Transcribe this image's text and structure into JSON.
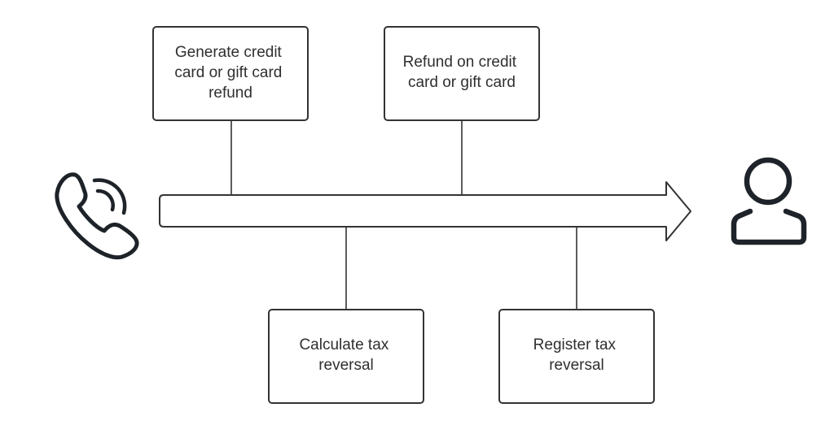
{
  "diagram": {
    "steps": [
      {
        "id": "generate",
        "lines": [
          "Generate credit",
          "card or gift card",
          "refund"
        ]
      },
      {
        "id": "refund",
        "lines": [
          "Refund on credit",
          "card or gift card"
        ]
      },
      {
        "id": "calculate",
        "lines": [
          "Calculate tax",
          "reversal"
        ]
      },
      {
        "id": "register",
        "lines": [
          "Register tax",
          "reversal"
        ]
      }
    ],
    "icons": {
      "start": "phone-icon",
      "end": "user-icon"
    },
    "colors": {
      "stroke": "#333333",
      "icon": "#1e2329",
      "text": "#2f2f2f"
    }
  }
}
